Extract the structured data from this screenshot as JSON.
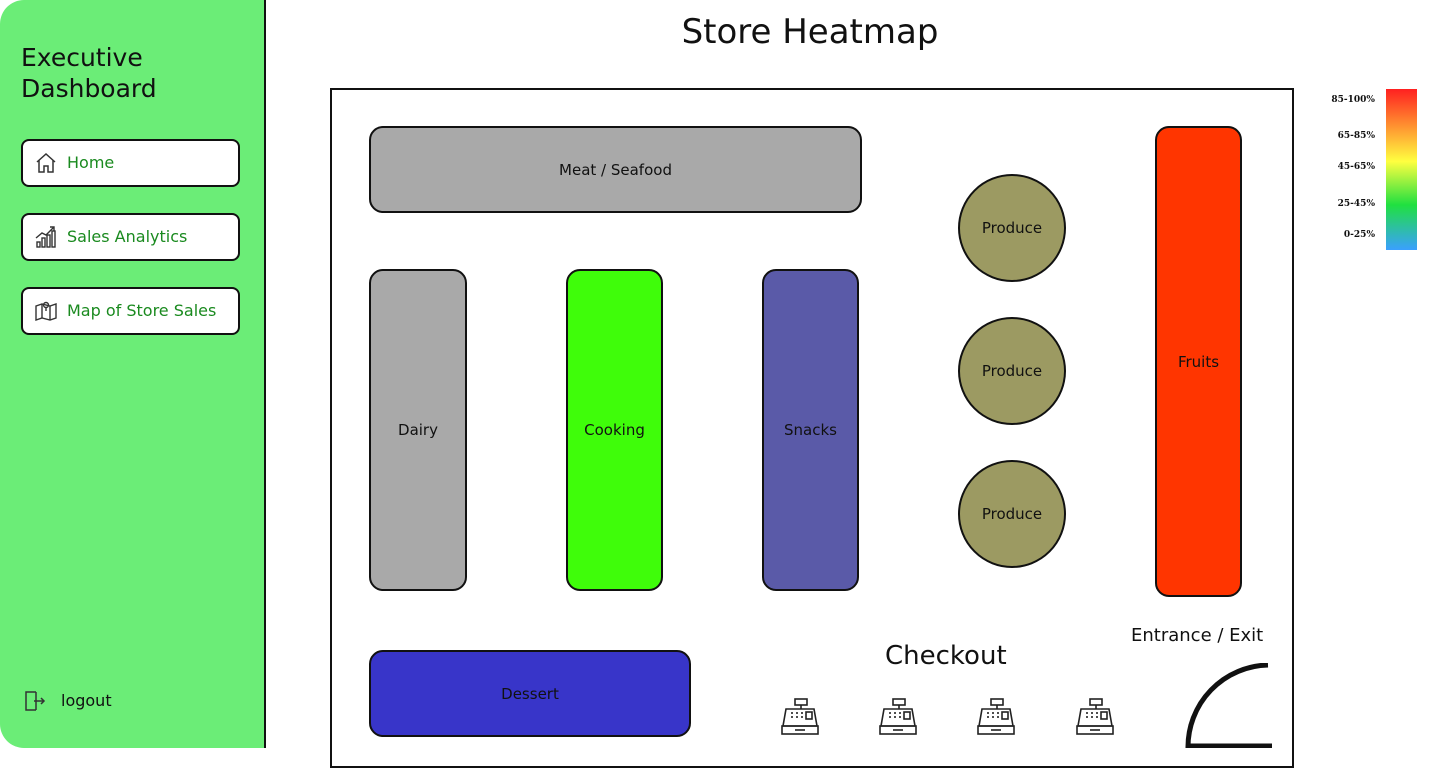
{
  "sidebar": {
    "title": "Executive Dashboard",
    "nav": [
      {
        "label": "Home",
        "icon": "home-icon"
      },
      {
        "label": "Sales Analytics",
        "icon": "chart-icon"
      },
      {
        "label": "Map of Store Sales",
        "icon": "map-icon"
      }
    ],
    "logout": {
      "label": "logout",
      "icon": "logout-icon"
    }
  },
  "main": {
    "title": "Store Heatmap"
  },
  "store_map": {
    "zones": {
      "meat": {
        "label": "Meat / Seafood",
        "color": "#a9a9a9"
      },
      "dairy": {
        "label": "Dairy",
        "color": "#a9a9a9"
      },
      "cooking": {
        "label": "Cooking",
        "color": "#3ffd0a"
      },
      "snacks": {
        "label": "Snacks",
        "color": "#5a5aa8"
      },
      "produce_1": {
        "label": "Produce",
        "color": "#9c9a62"
      },
      "produce_2": {
        "label": "Produce",
        "color": "#9c9a62"
      },
      "produce_3": {
        "label": "Produce",
        "color": "#9c9a62"
      },
      "fruits": {
        "label": "Fruits",
        "color": "#ff3500"
      },
      "dessert": {
        "label": "Dessert",
        "color": "#3835c9"
      }
    },
    "checkout_label": "Checkout",
    "entrance_label": "Entrance / Exit",
    "register_icon": "cash-register-icon",
    "register_count": 4
  },
  "legend": {
    "labels": [
      "85-100%",
      "65-85%",
      "45-65%",
      "25-45%",
      "0-25%"
    ],
    "gradient_colors": [
      "#ff2020",
      "#ffff40",
      "#20e040",
      "#3aa0ff"
    ]
  }
}
